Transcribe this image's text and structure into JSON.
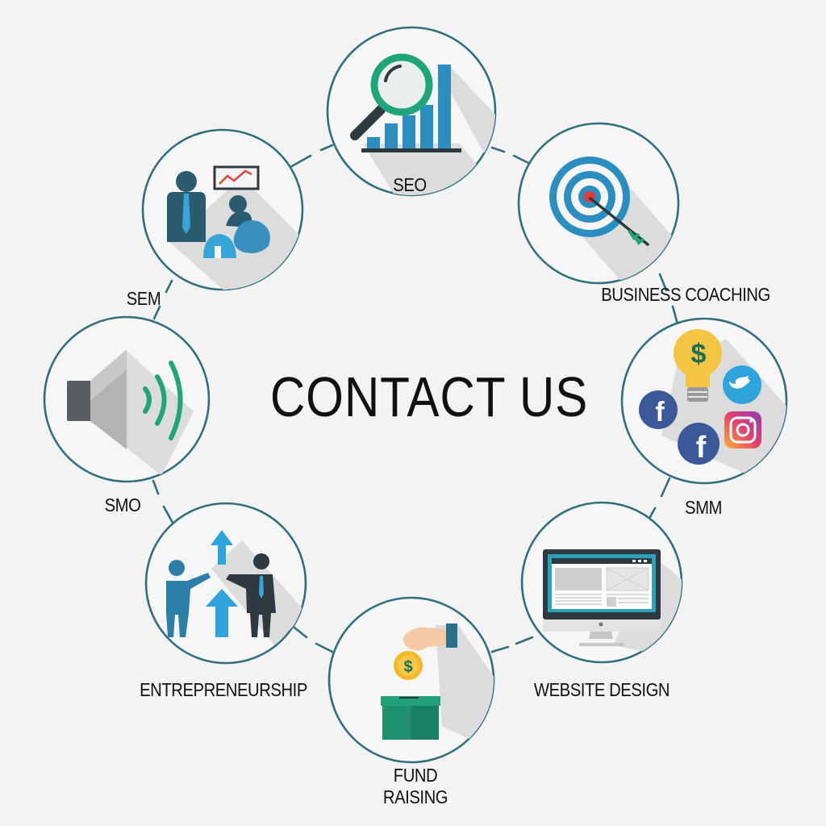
{
  "title": "CONTACT US",
  "colors": {
    "background": "#f3f3f3",
    "circle_stroke": "#2f6f7e",
    "blue": "#2a8fc0",
    "dark_teal": "#2b5b6e",
    "green": "#1fa57a",
    "dark": "#2e3a40",
    "red": "#e53935",
    "gold": "#f4c542"
  },
  "nodes": [
    {
      "id": "seo",
      "label": "SEO",
      "icon": "magnifier-bar-chart-icon"
    },
    {
      "id": "business-coaching",
      "label": "BUSINESS COACHING",
      "icon": "target-arrow-icon"
    },
    {
      "id": "smm",
      "label": "SMM",
      "icon": "social-media-lightbulb-icon"
    },
    {
      "id": "website-design",
      "label": "WEBSITE DESIGN",
      "icon": "desktop-monitor-icon"
    },
    {
      "id": "fund-raising",
      "label_line1": "FUND",
      "label_line2": "RAISING",
      "icon": "coin-donation-box-icon"
    },
    {
      "id": "entrepreneurship",
      "label": "ENTREPRENEURSHIP",
      "icon": "people-growth-arrows-icon"
    },
    {
      "id": "smo",
      "label": "SMO",
      "icon": "speaker-sound-icon"
    },
    {
      "id": "sem",
      "label": "SEM",
      "icon": "business-people-chart-icon"
    }
  ]
}
